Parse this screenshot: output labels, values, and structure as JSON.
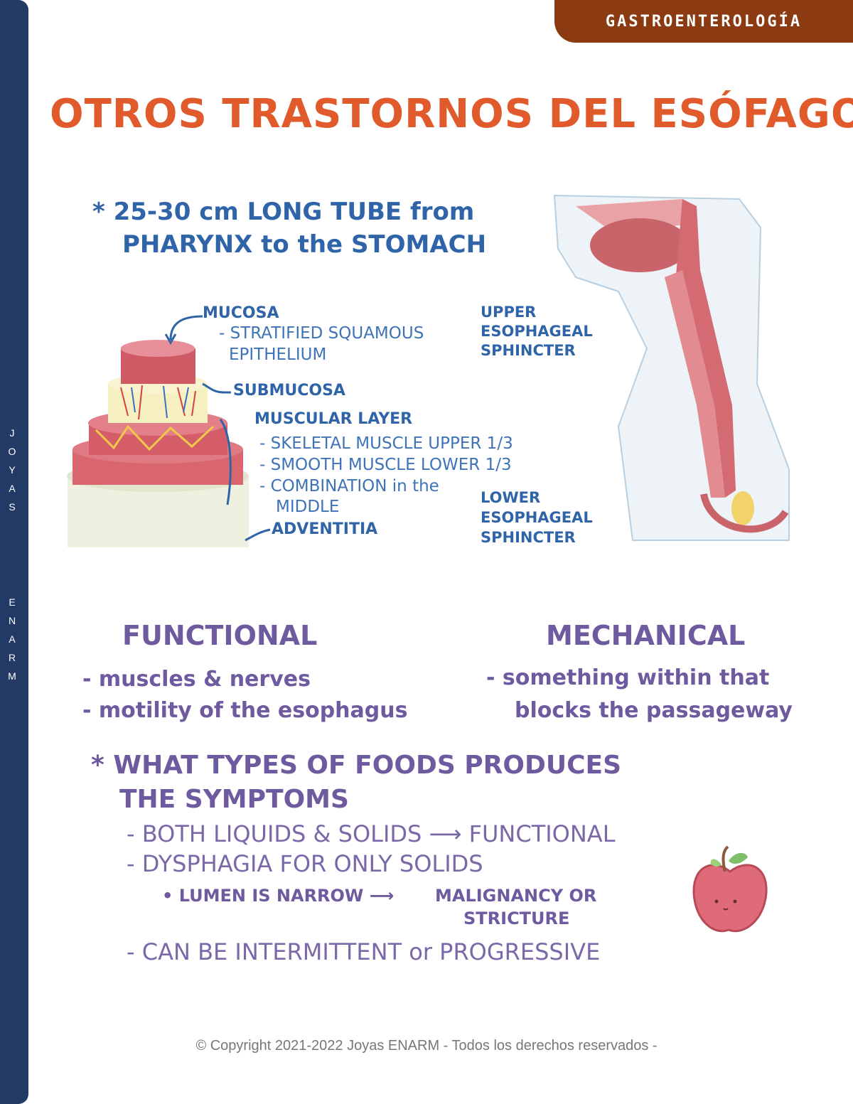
{
  "header": {
    "section_badge": "GASTROENTEROLOGÍA",
    "page_title": "OTROS TRASTORNOS DEL ESÓFAGO"
  },
  "sidebar": {
    "word1": [
      "J",
      "O",
      "Y",
      "A",
      "S"
    ],
    "word2": [
      "E",
      "N",
      "A",
      "R",
      "M"
    ]
  },
  "figure": {
    "heading_line1": "* 25-30 cm LONG TUBE from",
    "heading_line2": "PHARYNX to the STOMACH",
    "layers": {
      "mucosa": "MUCOSA",
      "mucosa_detail_1": "- STRATIFIED SQUAMOUS",
      "mucosa_detail_2": "EPITHELIUM",
      "submucosa": "SUBMUCOSA",
      "muscular": "MUSCULAR LAYER",
      "muscular_detail_1": "- SKELETAL MUSCLE UPPER 1/3",
      "muscular_detail_2": "- SMOOTH MUSCLE LOWER 1/3",
      "muscular_detail_3": "- COMBINATION in the",
      "muscular_detail_4": "MIDDLE",
      "adventitia": "ADVENTITIA"
    },
    "upper_sphincter": [
      "UPPER",
      "ESOPHAGEAL",
      "SPHINCTER"
    ],
    "lower_sphincter": [
      "LOWER",
      "ESOPHAGEAL",
      "SPHINCTER"
    ]
  },
  "types": {
    "functional_title": "FUNCTIONAL",
    "functional_items": [
      "- muscles & nerves",
      "- motility of the esophagus"
    ],
    "mechanical_title": "MECHANICAL",
    "mechanical_items": [
      "- something within that",
      "blocks the passageway"
    ]
  },
  "foods": {
    "question_line1": "* WHAT TYPES OF FOODS PRODUCES",
    "question_line2": "THE SYMPTOMS",
    "item1": "- BOTH LIQUIDS & SOLIDS ⟶ FUNCTIONAL",
    "item2": "- DYSPHAGIA FOR ONLY SOLIDS",
    "subitem": "• LUMEN IS NARROW ⟶",
    "subitem_result_1": "MALIGNANCY OR",
    "subitem_result_2": "STRICTURE",
    "item3": "- CAN BE INTERMITTENT or PROGRESSIVE"
  },
  "footer": {
    "copyright": "© Copyright 2021-2022 Joyas ENARM  - Todos los derechos reservados  -"
  },
  "colors": {
    "sidebar": "#233a66",
    "badge": "#8b3a12",
    "title": "#e05a2b",
    "blue_text": "#2f64a8",
    "purple_text": "#6e5a9e"
  }
}
